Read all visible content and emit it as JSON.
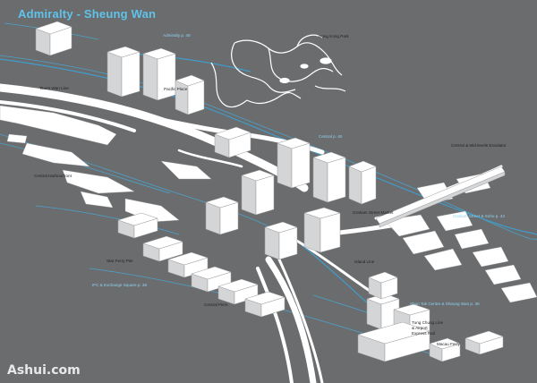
{
  "map": {
    "title": "Admiralty - Sheung Wan",
    "watermark": "Ashui.com",
    "colors": {
      "background": "#6b6c6e",
      "building": "#ffffff",
      "title": "#5fc3ea",
      "blue_label": "#8fd3ef",
      "dark_label": "#1f2022",
      "water_line": "#47a9d4"
    },
    "labels": {
      "admiralty_ref": "Admiralty p. 48",
      "hong_kong_park": "Hong Kong Park",
      "tsuen_wan_line": "Tsuen Wan Line",
      "pacific_place": "Pacific Place",
      "central_ref": "Central p. 40",
      "central_mid_levels": "Central & Mid-levels Escalator",
      "central_harbourfront": "Central Harbourfront",
      "graham_street_market": "Graham Street Market",
      "graham_street_soho": "Graham Street & Soho p. 44",
      "star_ferry_pier": "Star Ferry Pier",
      "ifc_ref": "IFC & Exchange Square p. 36",
      "island_line": "Island Line",
      "central_piers": "Central Piers",
      "shun_tak_ref": "Shun Tak Centre & Sheung Wan p. 36",
      "tung_chung_line": "Tung Chung Line",
      "airport_express": "& Airport",
      "express_rail": "Express Rail",
      "macau_ferry": "Macau Ferry"
    }
  }
}
